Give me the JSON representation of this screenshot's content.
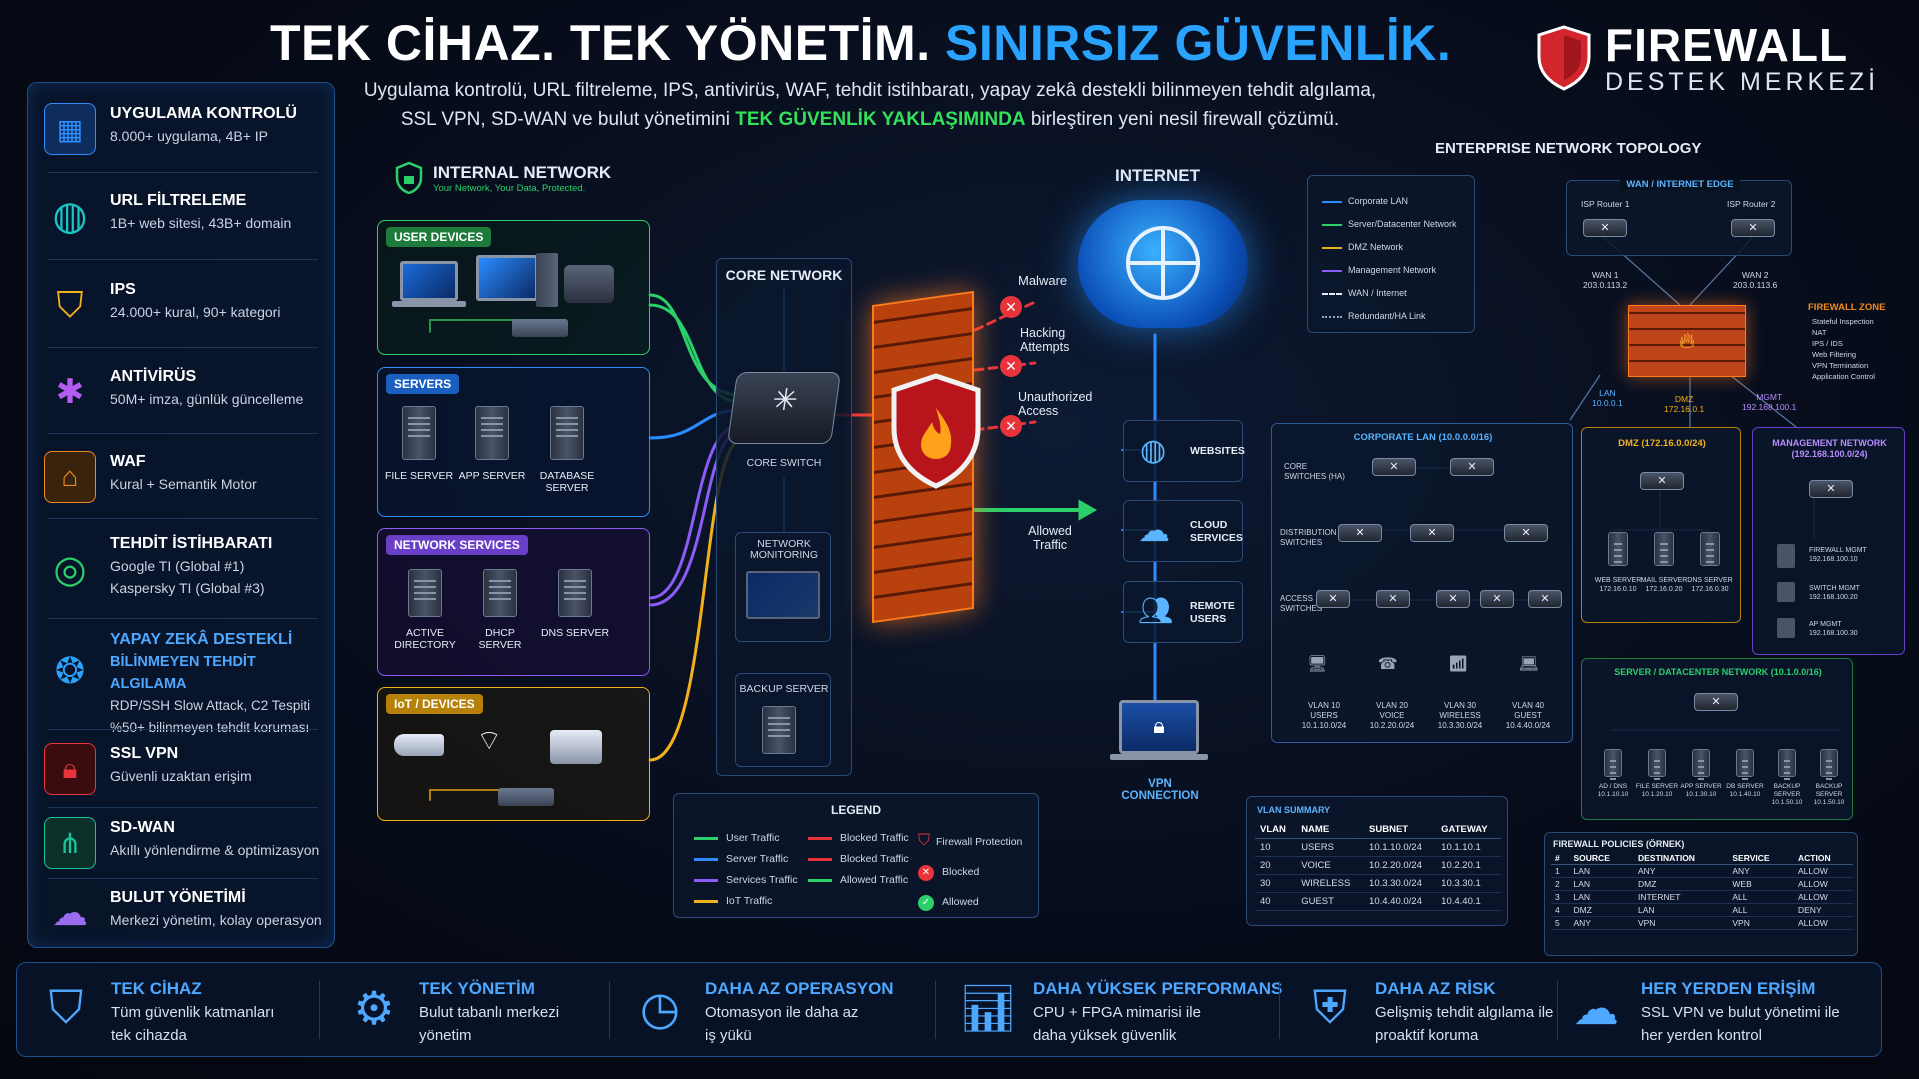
{
  "header": {
    "title_part1": "TEK CİHAZ. TEK YÖNETİM.",
    "title_part2": "SINIRSIZ GÜVENLİK.",
    "subtitle_line1": "Uygulama kontrolü, URL filtreleme, IPS, antivirüs, WAF, tehdit istihbaratı, yapay zekâ destekli bilinmeyen tehdit algılama,",
    "subtitle_line2_a": "SSL VPN, SD-WAN ve bulut yönetimini",
    "subtitle_line2_b": "TEK GÜVENLİK YAKLAŞIMINDA",
    "subtitle_line2_c": "birleştiren yeni nesil firewall çözümü.",
    "brand_name": "FIREWALL",
    "brand_sub": "DESTEK MERKEZİ"
  },
  "features": [
    {
      "title": "UYGULAMA KONTROLÜ",
      "desc": "8.000+ uygulama, 4B+ IP",
      "icon": "apps-grid-icon",
      "color": "#2f8cff"
    },
    {
      "title": "URL FİLTRELEME",
      "desc": "1B+ web sitesi, 43B+ domain",
      "icon": "globe-icon",
      "color": "#19c4c4"
    },
    {
      "title": "IPS",
      "desc": "24.000+ kural, 90+ kategori",
      "icon": "shield-check-icon",
      "color": "#f2b11a"
    },
    {
      "title": "ANTİVİRÜS",
      "desc": "50M+ imza, günlük güncelleme",
      "icon": "bug-icon",
      "color": "#b25cf0"
    },
    {
      "title": "WAF",
      "desc": "Kural + Semantik Motor",
      "icon": "web-shield-icon",
      "color": "#f08a1c"
    },
    {
      "title": "TEHDİT İSTİHBARATI",
      "desc": "Google TI (Global #1)",
      "desc2": "Kaspersky TI (Global #3)",
      "icon": "radar-icon",
      "color": "#2bd06a"
    },
    {
      "title": "YAPAY ZEKÂ DESTEKLİ",
      "title2": "BİLİNMEYEN TEHDİT ALGILAMA",
      "desc": "RDP/SSH Slow Attack, C2 Tespiti",
      "desc2": "%50+ bilinmeyen tehdit koruması",
      "icon": "brain-icon",
      "color": "#2aa3ff"
    },
    {
      "title": "SSL VPN",
      "desc": "Güvenli uzaktan erişim",
      "icon": "lock-icon",
      "color": "#e8333a"
    },
    {
      "title": "SD-WAN",
      "desc": "Akıllı yönlendirme & optimizasyon",
      "icon": "network-nodes-icon",
      "color": "#19c49a"
    },
    {
      "title": "BULUT YÖNETİMİ",
      "desc": "Merkezi yönetim, kolay operasyon",
      "icon": "cloud-icon",
      "color": "#9b6cf0"
    }
  ],
  "internal": {
    "title": "INTERNAL NETWORK",
    "tagline": "Your Network, Your Data, Protected.",
    "user_devices": "USER DEVICES",
    "servers": "SERVERS",
    "file_server": "FILE SERVER",
    "app_server": "APP SERVER",
    "db_server": "DATABASE SERVER",
    "network_services": "NETWORK SERVICES",
    "active_directory": "ACTIVE DIRECTORY",
    "dhcp_server": "DHCP SERVER",
    "dns_server": "DNS SERVER",
    "iot": "IoT / DEVICES"
  },
  "core": {
    "title": "CORE NETWORK",
    "switch": "CORE SWITCH",
    "monitoring": "NETWORK MONITORING",
    "backup": "BACKUP SERVER"
  },
  "threats": {
    "malware": "Malware",
    "hacking": "Hacking Attempts",
    "unauthorized": "Unauthorized Access",
    "allowed": "Allowed Traffic"
  },
  "internet": {
    "title": "INTERNET",
    "websites": "WEBSITES",
    "cloud": "CLOUD SERVICES",
    "remote": "REMOTE USERS",
    "vpn": "VPN CONNECTION"
  },
  "legend": {
    "title": "LEGEND",
    "items": [
      "User Traffic",
      "Server Traffic",
      "Services Traffic",
      "IoT Traffic",
      "Blocked Traffic",
      "Blocked Traffic",
      "Allowed Traffic",
      "Firewall Protection",
      "Blocked",
      "Allowed"
    ],
    "colors": {
      "user": "#2bd06a",
      "server": "#2a8cff",
      "services": "#8b5cf6",
      "iot": "#f2b11a",
      "blocked": "#e8333a",
      "allowed": "#2bd06a"
    }
  },
  "topology": {
    "title": "ENTERPRISE NETWORK TOPOLOGY",
    "legend": [
      "Corporate LAN",
      "Server/Datacenter Network",
      "DMZ Network",
      "Management Network",
      "WAN / Internet",
      "Redundant/HA Link"
    ],
    "wan_edge": "WAN / INTERNET EDGE",
    "isp1": "ISP Router 1",
    "isp2": "ISP Router 2",
    "wan1": "WAN 1",
    "wan1_ip": "203.0.113.2",
    "wan2": "WAN 2",
    "wan2_ip": "203.0.113.6",
    "fw_zone": "FIREWALL ZONE",
    "fw_features": [
      "Stateful Inspection",
      "NAT",
      "IPS / IDS",
      "Web Filtering",
      "VPN Termination",
      "Application Control"
    ],
    "lan": "LAN",
    "lan_ip": "10.0.0.1",
    "dmz": "DMZ",
    "dmz_ip": "172.16.0.1",
    "mgmt": "MGMT",
    "mgmt_ip": "192.168.100.1",
    "corp_lan": "CORPORATE LAN (10.0.0.0/16)",
    "core_switches": "CORE SWITCHES (HA)",
    "distribution": "DISTRIBUTION SWITCHES",
    "access": "ACCESS SWITCHES",
    "vlans": [
      {
        "name": "VLAN 10",
        "type": "USERS",
        "net": "10.1.10.0/24"
      },
      {
        "name": "VLAN 20",
        "type": "VOICE",
        "net": "10.2.20.0/24"
      },
      {
        "name": "VLAN 30",
        "type": "WIRELESS",
        "net": "10.3.30.0/24"
      },
      {
        "name": "VLAN 40",
        "type": "GUEST",
        "net": "10.4.40.0/24"
      }
    ],
    "dmz_title": "DMZ (172.16.0.0/24)",
    "dmz_servers": [
      {
        "name": "WEB SERVER",
        "ip": "172.16.0.10"
      },
      {
        "name": "MAIL SERVER",
        "ip": "172.16.0.20"
      },
      {
        "name": "DNS SERVER",
        "ip": "172.16.0.30"
      }
    ],
    "mgmt_title": "MANAGEMENT NETWORK (192.168.100.0/24)",
    "mgmt_items": [
      {
        "name": "FIREWALL MGMT",
        "ip": "192.168.100.10"
      },
      {
        "name": "SWITCH MGMT",
        "ip": "192.168.100.20"
      },
      {
        "name": "AP MGMT",
        "ip": "192.168.100.30"
      }
    ],
    "dc_title": "SERVER / DATACENTER NETWORK (10.1.0.0/16)",
    "dc_servers": [
      {
        "name": "AD / DNS",
        "ip": "10.1.10.10"
      },
      {
        "name": "FILE SERVER",
        "ip": "10.1.20.10"
      },
      {
        "name": "APP SERVER",
        "ip": "10.1.30.10"
      },
      {
        "name": "DB SERVER",
        "ip": "10.1.40.10"
      },
      {
        "name": "BACKUP SERVER",
        "ip": "10.1.50.10"
      },
      {
        "name": "BACKUP SERVER",
        "ip": "10.1.50.10"
      }
    ],
    "vlan_summary_title": "VLAN SUMMARY",
    "vlan_summary_headers": [
      "VLAN",
      "NAME",
      "SUBNET",
      "GATEWAY"
    ],
    "vlan_summary_rows": [
      [
        "10",
        "USERS",
        "10.1.10.0/24",
        "10.1.10.1"
      ],
      [
        "20",
        "VOICE",
        "10.2.20.0/24",
        "10.2.20.1"
      ],
      [
        "30",
        "WIRELESS",
        "10.3.30.0/24",
        "10.3.30.1"
      ],
      [
        "40",
        "GUEST",
        "10.4.40.0/24",
        "10.4.40.1"
      ]
    ],
    "policies_title": "FIREWALL POLICIES  (ÖRNEK)",
    "policies_headers": [
      "#",
      "SOURCE",
      "DESTINATION",
      "SERVICE",
      "ACTION"
    ],
    "policies_rows": [
      [
        "1",
        "LAN",
        "ANY",
        "ANY",
        "ALLOW"
      ],
      [
        "2",
        "LAN",
        "DMZ",
        "WEB",
        "ALLOW"
      ],
      [
        "3",
        "LAN",
        "INTERNET",
        "ALL",
        "ALLOW"
      ],
      [
        "4",
        "DMZ",
        "LAN",
        "ALL",
        "DENY"
      ],
      [
        "5",
        "ANY",
        "VPN",
        "VPN",
        "ALLOW"
      ]
    ]
  },
  "bottom": [
    {
      "title": "TEK CİHAZ",
      "l1": "Tüm güvenlik katmanları",
      "l2": "tek cihazda",
      "icon": "shield-icon"
    },
    {
      "title": "TEK YÖNETİM",
      "l1": "Bulut tabanlı merkezi",
      "l2": "yönetim",
      "icon": "gear-icon"
    },
    {
      "title": "DAHA AZ OPERASYON",
      "l1": "Otomasyon ile daha az",
      "l2": "iş yükü",
      "icon": "clock-icon"
    },
    {
      "title": "DAHA YÜKSEK PERFORMANS",
      "l1": "CPU + FPGA mimarisi ile",
      "l2": "daha yüksek güvenlik",
      "icon": "bar-chart-icon"
    },
    {
      "title": "DAHA AZ RİSK",
      "l1": "Gelişmiş tehdit algılama ile",
      "l2": "proaktif koruma",
      "icon": "shield-check-icon"
    },
    {
      "title": "HER YERDEN ERİŞİM",
      "l1": "SSL VPN ve bulut yönetimi ile",
      "l2": "her yerden kontrol",
      "icon": "cloud-upload-icon"
    }
  ]
}
